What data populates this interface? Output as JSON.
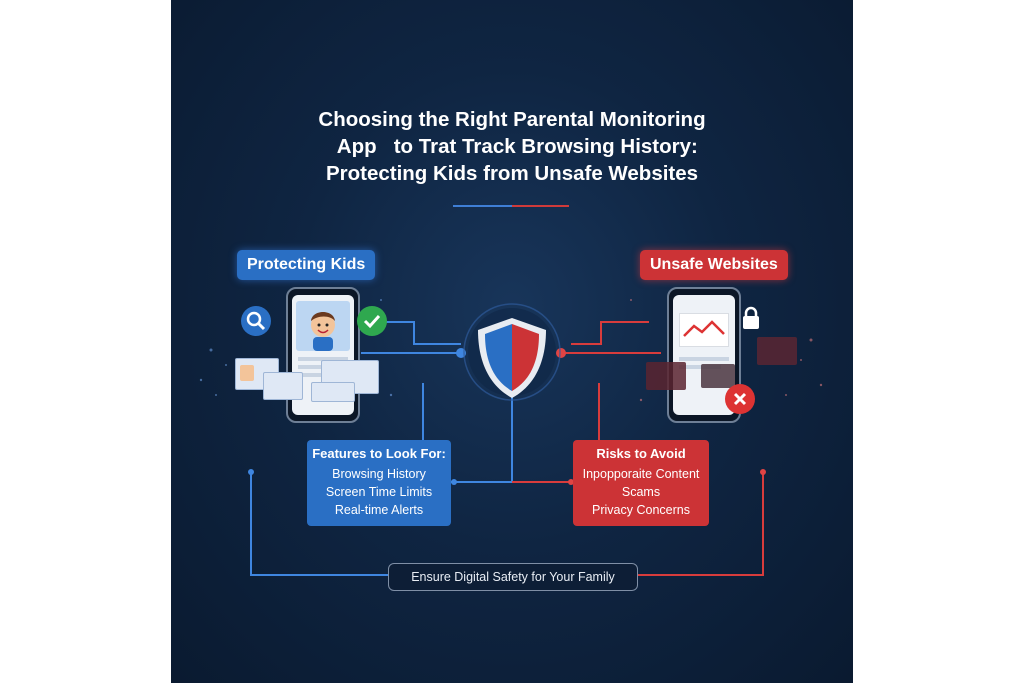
{
  "title_lines": [
    "Choosing the Right Parental Monitoring",
    "  App   to Trat Track Browsing History:",
    "Protecting Kids from Unsafe Websites"
  ],
  "left_label": "Protecting Kids",
  "right_label": "Unsafe Websites",
  "features": {
    "heading": "Features to Look For:",
    "items": [
      "Browsing History",
      "Screen Time Limits",
      "Real-time Alerts"
    ]
  },
  "risks": {
    "heading": "Risks to Avoid",
    "items": [
      "Inpopporaite Content",
      "Scams",
      "Privacy Concerns"
    ]
  },
  "footer": "Ensure Digital Safety for Your Family",
  "colors": {
    "blue": "#2a6fc4",
    "red": "#cc3336",
    "background": "#0f2542"
  },
  "icons": [
    "search-icon",
    "check-icon",
    "shield-icon",
    "lock-icon",
    "close-icon",
    "trend-chart-icon",
    "kid-avatar-icon"
  ]
}
